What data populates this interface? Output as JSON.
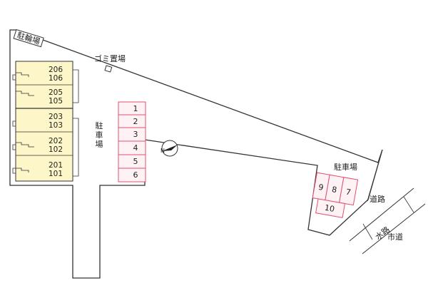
{
  "labels": {
    "bicycle_parking": "駐輪場",
    "garbage": "ゴミ置場",
    "parking_vertical": [
      "駐",
      "車",
      "場"
    ],
    "parking_right": "駐車場",
    "road": "道路",
    "waterway": "水路",
    "city_road": "市道"
  },
  "units": [
    {
      "upper": "206",
      "lower": "106"
    },
    {
      "upper": "205",
      "lower": "105"
    },
    {
      "upper": "203",
      "lower": "103"
    },
    {
      "upper": "202",
      "lower": "102"
    },
    {
      "upper": "201",
      "lower": "101"
    }
  ],
  "parking_left": [
    "1",
    "2",
    "3",
    "4",
    "5",
    "6"
  ],
  "parking_right_slots": [
    "9",
    "8",
    "7",
    "10"
  ],
  "colors": {
    "outline": "#333333",
    "building_fill": "#fdf6c8",
    "parking_stroke": "#e0506e",
    "parking_fill": "#fff2f5",
    "lot_fill": "#ffffff"
  },
  "compass": "north-arrow-icon"
}
